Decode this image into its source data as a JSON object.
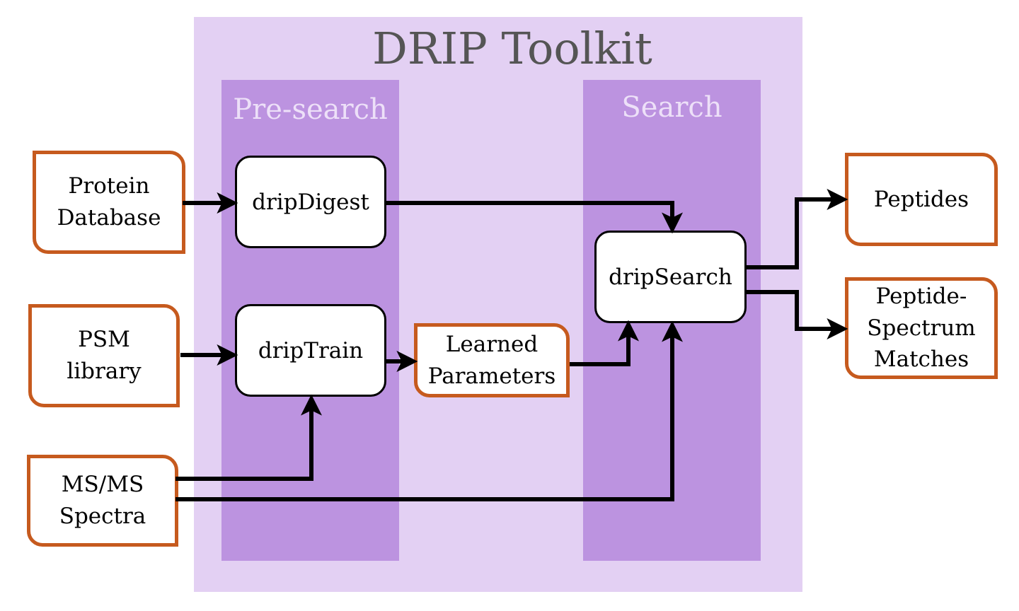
{
  "toolkit": {
    "title": "DRIP Toolkit"
  },
  "columns": {
    "pre_search": "Pre-search",
    "search": "Search"
  },
  "inputs": {
    "protein_database": "Protein\nDatabase",
    "psm_library": "PSM\nlibrary",
    "ms_spectra": "MS/MS\nSpectra"
  },
  "processes": {
    "drip_digest": "dripDigest",
    "drip_train": "dripTrain",
    "drip_search": "dripSearch"
  },
  "intermediate": {
    "learned_parameters": "Learned\nParameters"
  },
  "outputs": {
    "peptides": "Peptides",
    "psm": "Peptide-\nSpectrum\nMatches"
  },
  "colors": {
    "toolkit_bg": "#e3d0f3",
    "column_bg": "#bc93e0",
    "io_border": "#c65a1e",
    "arrow": "#000000"
  }
}
